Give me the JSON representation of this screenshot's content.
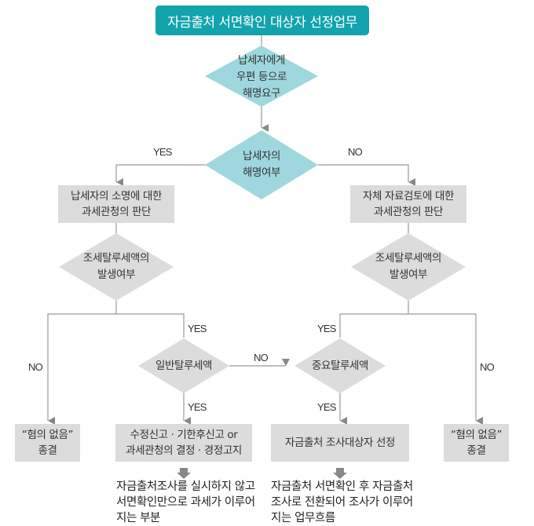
{
  "title": "자금출처 서면확인 대상자 선정업무",
  "colors": {
    "title_bg": "#13a3ad",
    "teal_diamond": "#9ed8de",
    "gray_node": "#dcdcdc",
    "line": "#999999",
    "arrow": "#888888"
  },
  "nodes": {
    "request": "납세자에게\n우편 등으로\n해명요구",
    "response_check": "납세자의\n해명여부",
    "left_judgment": "납세자의 소명에 대한\n과세관청의 판단",
    "right_judgment": "자체 자료검토에 대한\n과세관청의 판단",
    "left_tax_check": "조세탈루세액의\n발생여부",
    "right_tax_check": "조세탈루세액의\n발생여부",
    "general_evasion": "일반탈루세액",
    "major_evasion": "중요탈루세액",
    "left_close": "“혐의 없음”\n종결",
    "right_close": "“혐의 없음”\n종결",
    "amend": "수정신고 · 기한후신고 or\n과세관청의 결정 · 경정고지",
    "select_target": "자금출처 조사대상자 선정"
  },
  "labels": {
    "yes_left": "YES",
    "no_right": "NO",
    "left_no": "NO",
    "left_yes": "YES",
    "general_no": "NO",
    "general_yes": "YES",
    "right_yes": "YES",
    "major_yes": "YES",
    "right_no": "NO"
  },
  "notes": {
    "left": "자금출처조사를 실시하지 않고\n서면확인만으로 과세가 이루어\n지는 부분",
    "right": "자금출처 서면확인 후 자금출처\n조사로 전환되어 조사가 이루어\n지는 업무흐름"
  }
}
